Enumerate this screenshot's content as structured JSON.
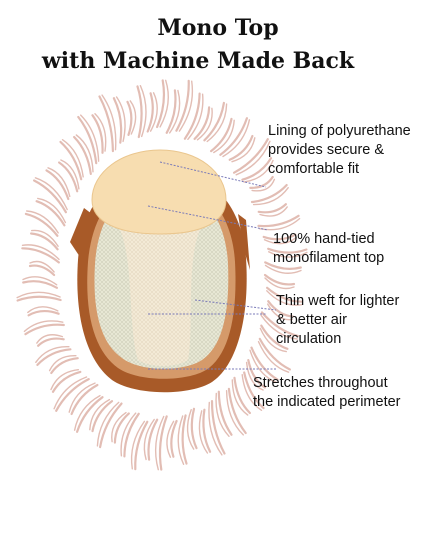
{
  "title": {
    "line1": "Mono Top",
    "line2": "with Machine Made Back"
  },
  "callouts": [
    {
      "lines": [
        "Lining of polyurethane",
        "provides secure &",
        "comfortable fit"
      ]
    },
    {
      "lines": [
        "100% hand-tied",
        "monofilament top"
      ]
    },
    {
      "lines": [
        "Thin weft for lighter",
        "& better air",
        "circulation"
      ]
    },
    {
      "lines": [
        "Stretches throughout",
        "the indicated perimeter"
      ]
    }
  ],
  "colors": {
    "hair": "#e2bdb4",
    "cap_border": "#a85a28",
    "cap_border_light": "#d59a6a",
    "poly_lining": "#f7ddb0",
    "mono_mesh": "#e6e6d2",
    "weft_panel": "#f2e8d2",
    "leader_line": "#7a7ab8"
  }
}
